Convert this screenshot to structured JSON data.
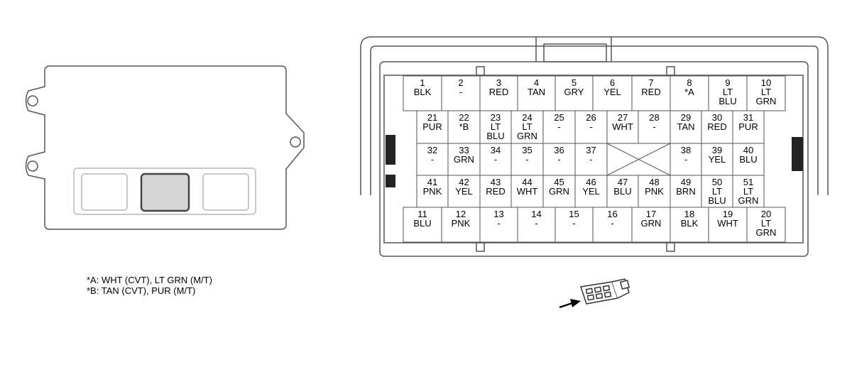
{
  "notes": {
    "a": "*A: WHT (CVT), LT GRN (M/T)",
    "b": "*B: TAN (CVT), PUR (M/T)"
  },
  "colors": {
    "line": "#555555",
    "faint": "#c8c8c8",
    "highlight_fill": "#d6d6d6",
    "highlight_stroke": "#444444"
  },
  "connector": {
    "rows": [
      [
        {
          "num": "1",
          "lines": [
            "BLK"
          ]
        },
        {
          "num": "2",
          "lines": [
            "-"
          ]
        },
        {
          "num": "3",
          "lines": [
            "RED"
          ]
        },
        {
          "num": "4",
          "lines": [
            "TAN"
          ]
        },
        {
          "num": "5",
          "lines": [
            "GRY"
          ]
        },
        {
          "num": "6",
          "lines": [
            "YEL"
          ]
        },
        {
          "num": "7",
          "lines": [
            "RED"
          ]
        },
        {
          "num": "8",
          "lines": [
            "*A"
          ]
        },
        {
          "num": "9",
          "lines": [
            "LT",
            "BLU"
          ]
        },
        {
          "num": "10",
          "lines": [
            "LT",
            "GRN"
          ]
        }
      ],
      [
        {
          "num": "21",
          "lines": [
            "PUR"
          ]
        },
        {
          "num": "22",
          "lines": [
            "*B"
          ]
        },
        {
          "num": "23",
          "lines": [
            "LT",
            "BLU"
          ]
        },
        {
          "num": "24",
          "lines": [
            "LT",
            "GRN"
          ]
        },
        {
          "num": "25",
          "lines": [
            "-"
          ]
        },
        {
          "num": "26",
          "lines": [
            "-"
          ]
        },
        {
          "num": "27",
          "lines": [
            "WHT"
          ]
        },
        {
          "num": "28",
          "lines": [
            "-"
          ]
        },
        {
          "num": "29",
          "lines": [
            "TAN"
          ]
        },
        {
          "num": "30",
          "lines": [
            "RED"
          ]
        },
        {
          "num": "31",
          "lines": [
            "PUR"
          ]
        }
      ],
      [
        {
          "num": "32",
          "lines": [
            "-"
          ]
        },
        {
          "num": "33",
          "lines": [
            "GRN"
          ]
        },
        {
          "num": "34",
          "lines": [
            "-"
          ]
        },
        {
          "num": "35",
          "lines": [
            "-"
          ]
        },
        {
          "num": "36",
          "lines": [
            "-"
          ]
        },
        {
          "num": "37",
          "lines": [
            "-"
          ]
        },
        {
          "blank": true
        },
        {
          "num": "38",
          "lines": [
            "-"
          ]
        },
        {
          "num": "39",
          "lines": [
            "YEL"
          ]
        },
        {
          "num": "40",
          "lines": [
            "BLU"
          ]
        }
      ],
      [
        {
          "num": "41",
          "lines": [
            "PNK"
          ]
        },
        {
          "num": "42",
          "lines": [
            "YEL"
          ]
        },
        {
          "num": "43",
          "lines": [
            "RED"
          ]
        },
        {
          "num": "44",
          "lines": [
            "WHT"
          ]
        },
        {
          "num": "45",
          "lines": [
            "GRN"
          ]
        },
        {
          "num": "46",
          "lines": [
            "YEL"
          ]
        },
        {
          "num": "47",
          "lines": [
            "BLU"
          ]
        },
        {
          "num": "48",
          "lines": [
            "PNK"
          ]
        },
        {
          "num": "49",
          "lines": [
            "BRN"
          ]
        },
        {
          "num": "50",
          "lines": [
            "LT",
            "BLU"
          ]
        },
        {
          "num": "51",
          "lines": [
            "LT",
            "GRN"
          ]
        }
      ],
      [
        {
          "num": "11",
          "lines": [
            "BLU"
          ]
        },
        {
          "num": "12",
          "lines": [
            "PNK"
          ]
        },
        {
          "num": "13",
          "lines": [
            "-"
          ]
        },
        {
          "num": "14",
          "lines": [
            "-"
          ]
        },
        {
          "num": "15",
          "lines": [
            "-"
          ]
        },
        {
          "num": "16",
          "lines": [
            "-"
          ]
        },
        {
          "num": "17",
          "lines": [
            "GRN"
          ]
        },
        {
          "num": "18",
          "lines": [
            "BLK"
          ]
        },
        {
          "num": "19",
          "lines": [
            "WHT"
          ]
        },
        {
          "num": "20",
          "lines": [
            "LT",
            "GRN"
          ]
        }
      ]
    ]
  }
}
